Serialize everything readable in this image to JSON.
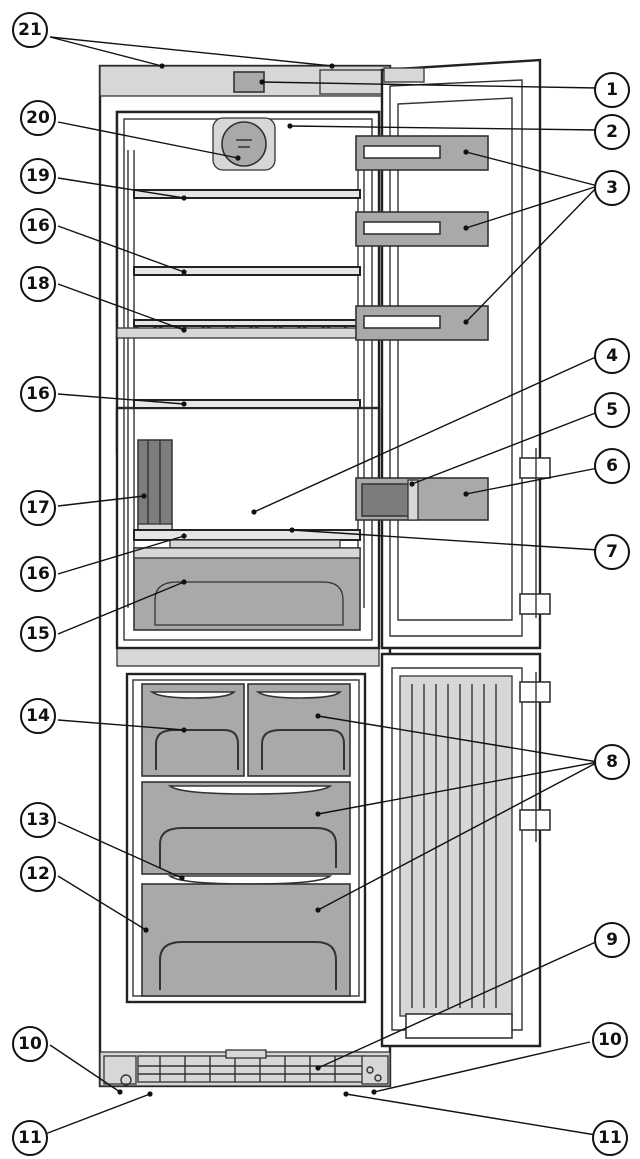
{
  "callouts": [
    {
      "id": "c21",
      "label": "21"
    },
    {
      "id": "c1",
      "label": "1"
    },
    {
      "id": "c20",
      "label": "20"
    },
    {
      "id": "c2",
      "label": "2"
    },
    {
      "id": "c19",
      "label": "19"
    },
    {
      "id": "c3",
      "label": "3"
    },
    {
      "id": "c16a",
      "label": "16"
    },
    {
      "id": "c18",
      "label": "18"
    },
    {
      "id": "c4",
      "label": "4"
    },
    {
      "id": "c16b",
      "label": "16"
    },
    {
      "id": "c5",
      "label": "5"
    },
    {
      "id": "c6",
      "label": "6"
    },
    {
      "id": "c17",
      "label": "17"
    },
    {
      "id": "c16c",
      "label": "16"
    },
    {
      "id": "c7",
      "label": "7"
    },
    {
      "id": "c15",
      "label": "15"
    },
    {
      "id": "c14",
      "label": "14"
    },
    {
      "id": "c8",
      "label": "8"
    },
    {
      "id": "c13",
      "label": "13"
    },
    {
      "id": "c12",
      "label": "12"
    },
    {
      "id": "c9",
      "label": "9"
    },
    {
      "id": "c10a",
      "label": "10"
    },
    {
      "id": "c10b",
      "label": "10"
    },
    {
      "id": "c11a",
      "label": "11"
    },
    {
      "id": "c11b",
      "label": "11"
    }
  ]
}
